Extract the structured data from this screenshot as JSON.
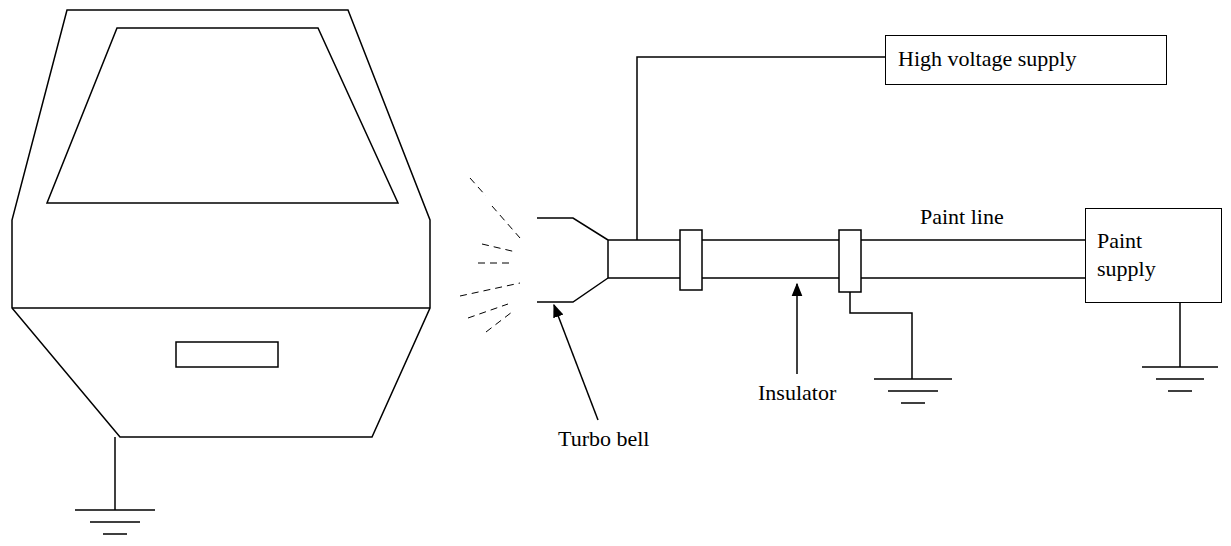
{
  "diagram": {
    "nodes": [
      {
        "text": [
          "High voltage supply"
        ]
      },
      {
        "text": [
          "Paint supply"
        ]
      }
    ],
    "labels": [
      "Paint line",
      "Insulator",
      "Turbo bell"
    ]
  }
}
